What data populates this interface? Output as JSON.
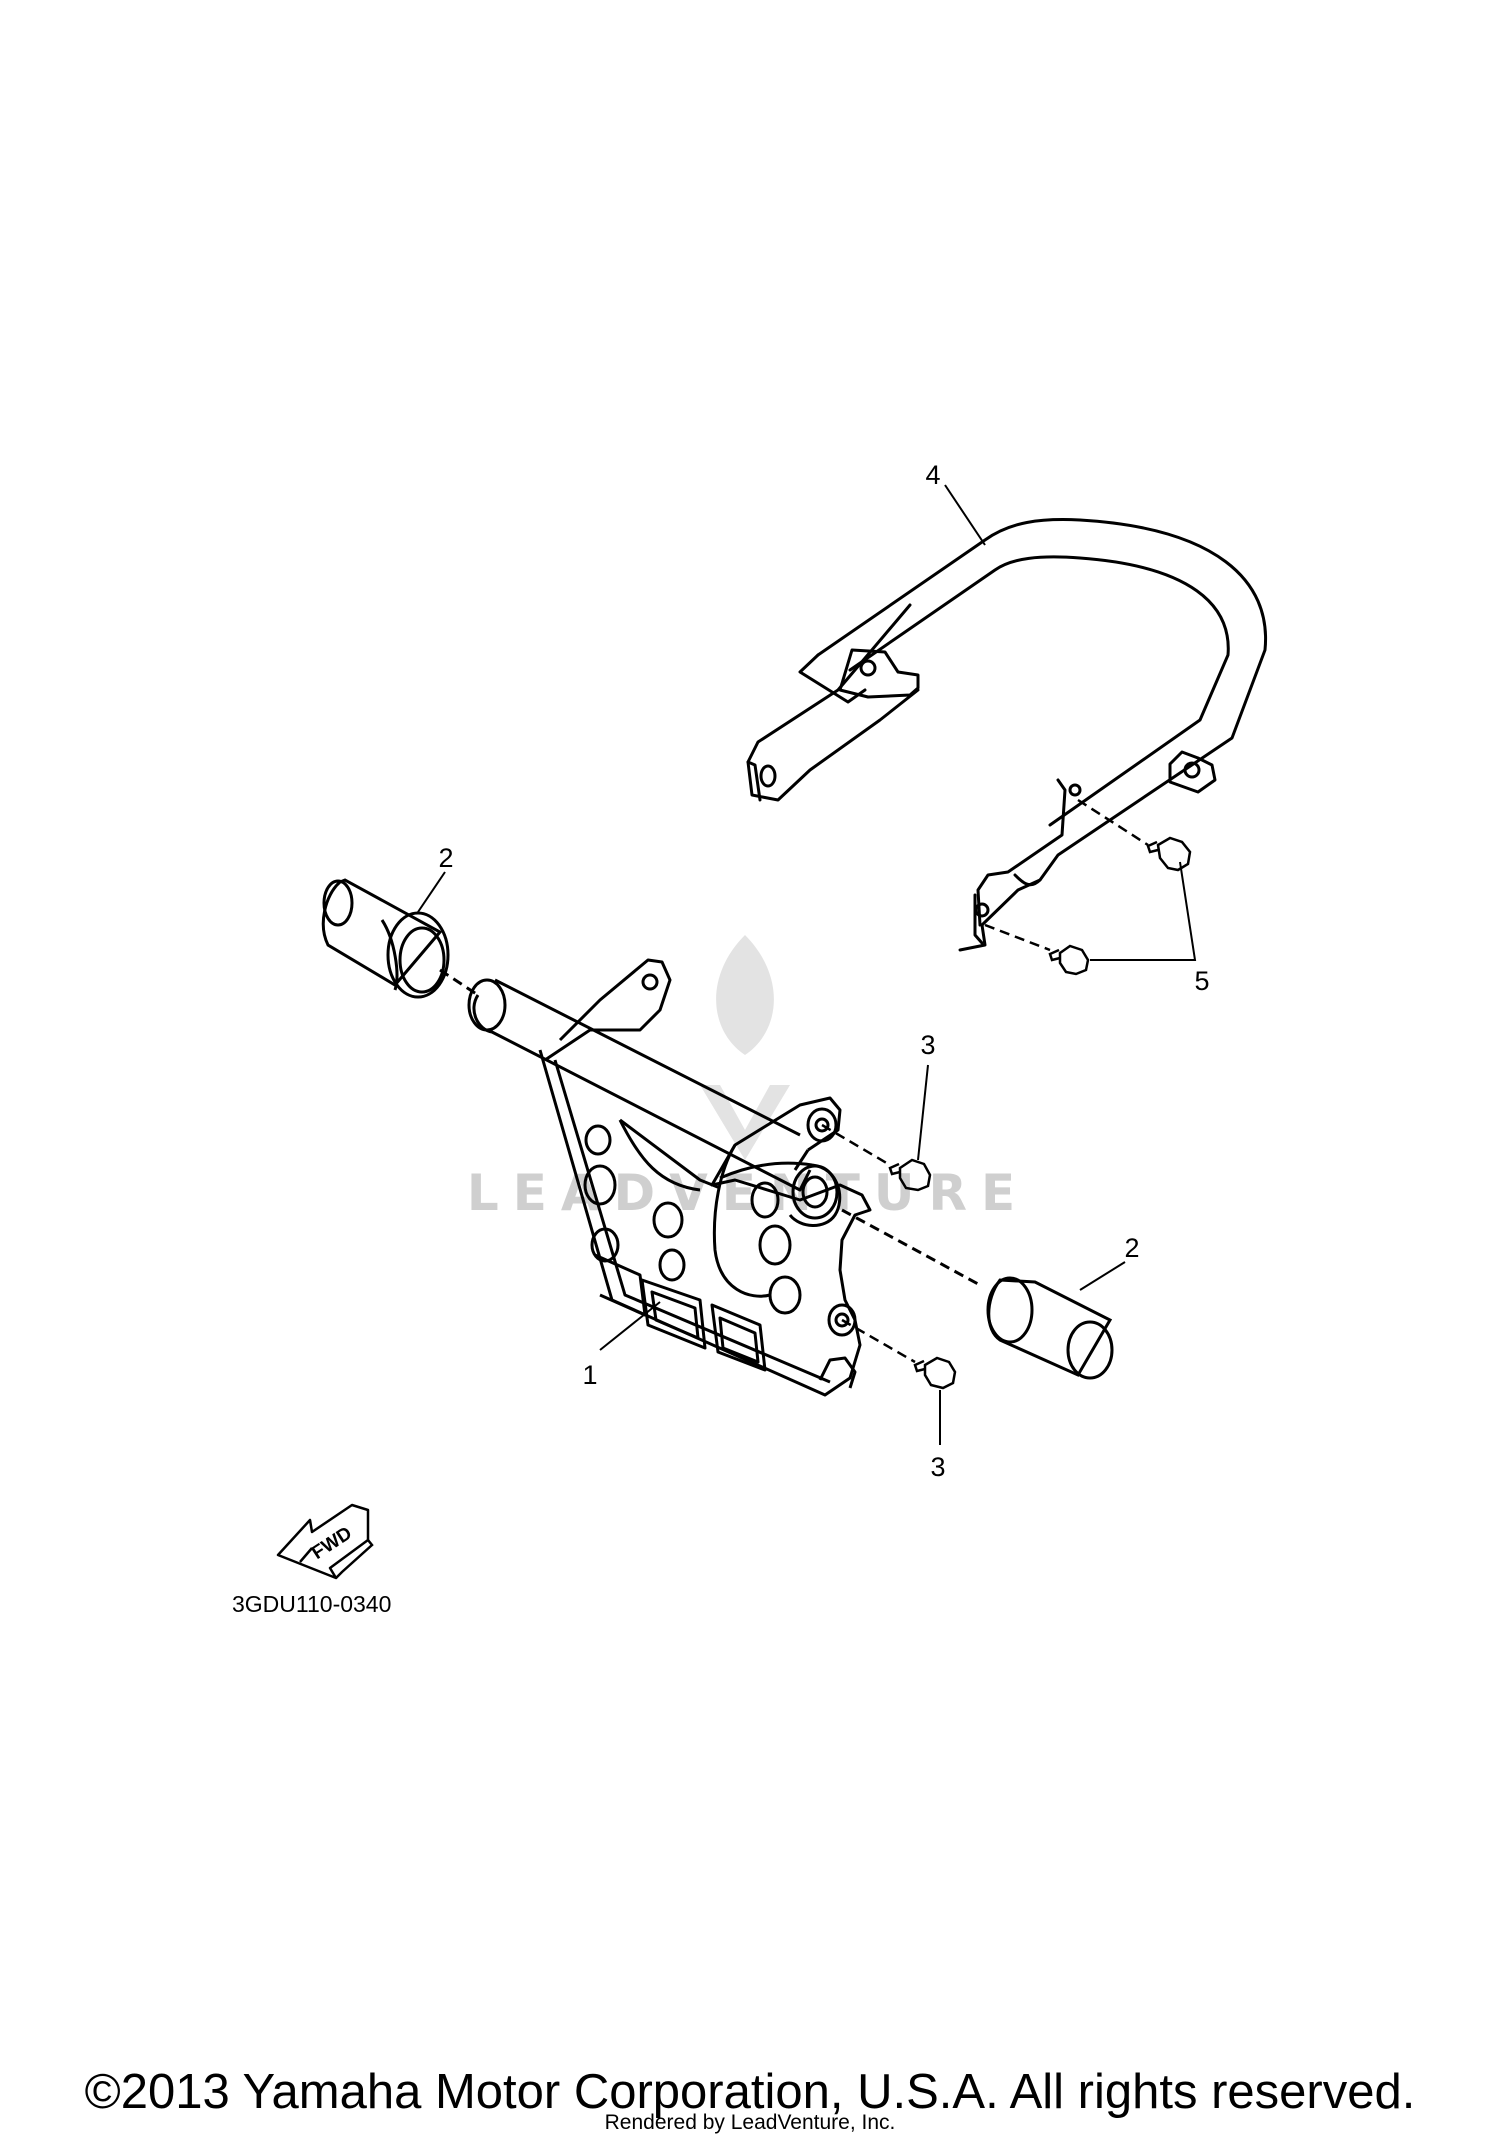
{
  "diagram": {
    "callouts": [
      {
        "id": "1",
        "label": "1"
      },
      {
        "id": "2",
        "label": "2"
      },
      {
        "id": "3",
        "label": "3"
      },
      {
        "id": "4",
        "label": "4"
      },
      {
        "id": "5",
        "label": "5"
      }
    ],
    "fwd_label": "FWD",
    "diagram_code": "3GDU110-0340",
    "watermark": "LEADVENTURE"
  },
  "footer": {
    "copyright": "©2013 Yamaha Motor Corporation, U.S.A. All rights reserved.",
    "rendered_by": "Rendered by LeadVenture, Inc."
  },
  "colors": {
    "line": "#000000",
    "background": "#ffffff",
    "watermark": "#cfcfcf"
  }
}
